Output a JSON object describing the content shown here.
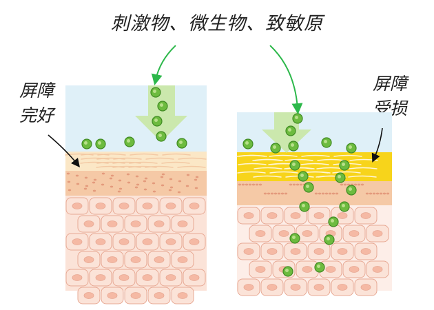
{
  "title": "刺激物、微生物、致敏原",
  "left_label": {
    "line1": "屏障",
    "line2": "完好"
  },
  "right_label": {
    "line1": "屏障",
    "line2": "受损"
  },
  "colors": {
    "sky": "#dff0f8",
    "arrow": "#c9e7a4",
    "particle": "#6dbb3f",
    "particle_edge": "#3f8a22",
    "pointer": "#2db84b",
    "stratum_intact": "#fbe7c6",
    "stratum_damaged": "#f7d41b",
    "granular": "#f5c9a6",
    "cell_fill": "#fbe3d8",
    "cell_edge": "#e7a893",
    "nucleus": "#f5b9a4"
  }
}
